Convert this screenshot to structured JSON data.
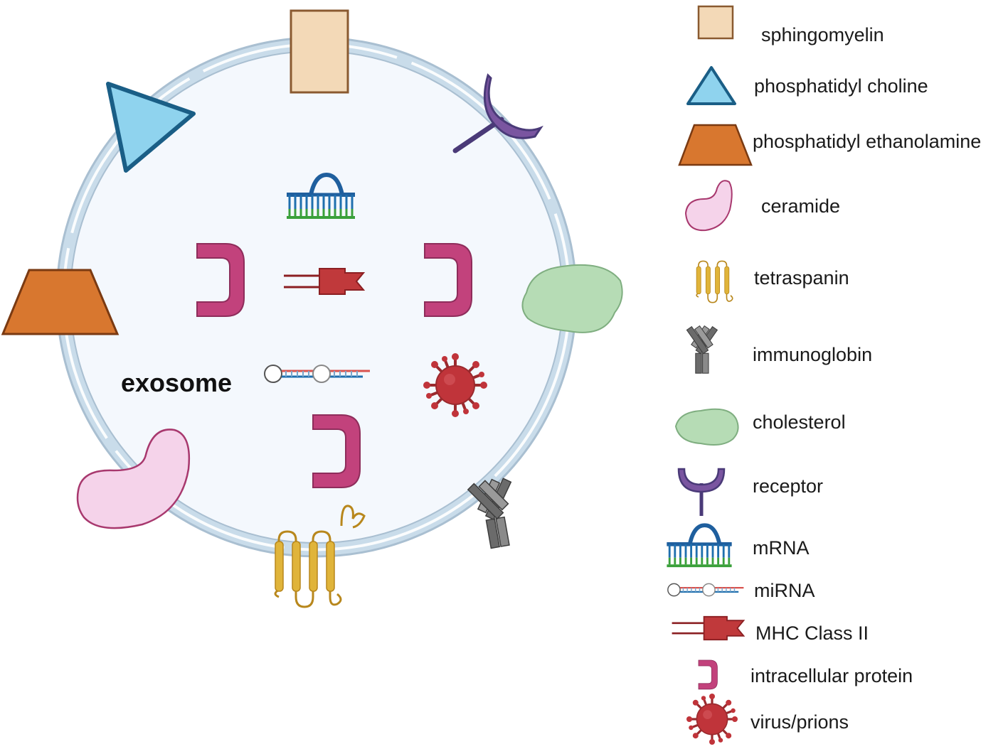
{
  "diagram": {
    "center_label": "exosome"
  },
  "legend": {
    "items": [
      {
        "label": "sphingomyelin",
        "icon": "sphingomyelin-square-icon"
      },
      {
        "label": "phosphatidyl choline",
        "icon": "phosphatidyl-choline-triangle-icon"
      },
      {
        "label": "phosphatidyl ethanolamine",
        "icon": "phosphatidyl-ethanolamine-trapezoid-icon"
      },
      {
        "label": "ceramide",
        "icon": "ceramide-blob-icon"
      },
      {
        "label": "tetraspanin",
        "icon": "tetraspanin-icon"
      },
      {
        "label": "immunoglobin",
        "icon": "immunoglobin-icon"
      },
      {
        "label": "cholesterol",
        "icon": "cholesterol-blob-icon"
      },
      {
        "label": "receptor",
        "icon": "receptor-icon"
      },
      {
        "label": "mRNA",
        "icon": "mrna-icon"
      },
      {
        "label": "miRNA",
        "icon": "mirna-icon"
      },
      {
        "label": "MHC Class II",
        "icon": "mhc-class-ii-icon"
      },
      {
        "label": "intracellular protein",
        "icon": "intracellular-protein-icon"
      },
      {
        "label": "virus/prions",
        "icon": "virus-icon"
      }
    ]
  },
  "colors": {
    "membrane": "#c9dcea",
    "membrane_outline": "#a9bfd1",
    "interior": "#f4f8fd",
    "sphingomyelin": "#f3d9b7",
    "phosphatidyl_choline": "#8fd3ee",
    "phosphatidyl_ethanolamine": "#d8772f",
    "ceramide": "#f5d3ea",
    "tetraspanin": "#e0b43a",
    "immunoglobin": "#6b6b6b",
    "cholesterol": "#b6dcb5",
    "receptor": "#7a55a0",
    "mrna_blue": "#1f6fae",
    "mrna_green": "#3aa03a",
    "mhc": "#c0393b",
    "intracellular_protein": "#c2427c",
    "virus": "#c0343a"
  }
}
